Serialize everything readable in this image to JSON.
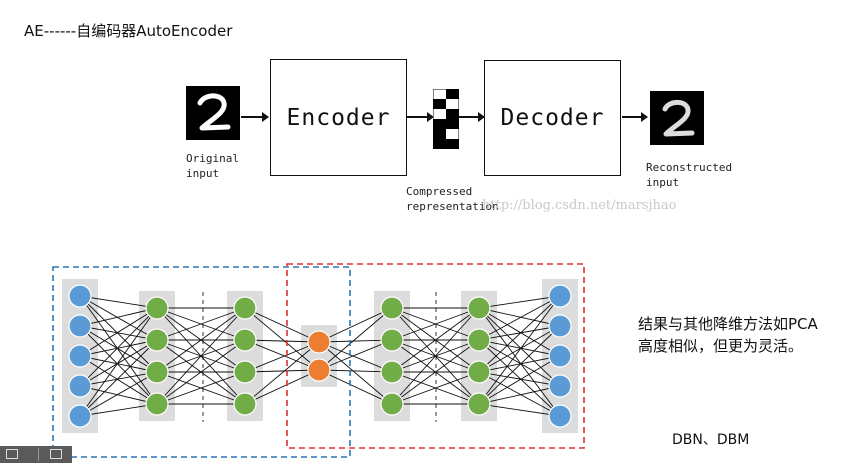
{
  "title": "AE------自编码器AutoEncoder",
  "ae": {
    "encoder_label": "Encoder",
    "decoder_label": "Decoder",
    "input_caption": "Original\ninput",
    "compressed_caption": "Compressed\nrepresentation",
    "output_caption": "Reconstructed\ninput",
    "watermark": "http://blog.csdn.net/marsjhao",
    "input_digit": "2",
    "output_digit": "2"
  },
  "network": {
    "layers": [
      {
        "nodes": 5,
        "color": "#5b9bd5"
      },
      {
        "nodes": 4,
        "color": "#70ad47"
      },
      {
        "nodes": 4,
        "color": "#70ad47"
      },
      {
        "nodes": 2,
        "color": "#ed7d31"
      },
      {
        "nodes": 4,
        "color": "#70ad47"
      },
      {
        "nodes": 4,
        "color": "#70ad47"
      },
      {
        "nodes": 5,
        "color": "#5b9bd5"
      }
    ],
    "encoder_box_color": "#2e75b6",
    "decoder_box_color": "#e03030"
  },
  "notes": {
    "line1": "结果与其他降维方法如PCA",
    "line2": "高度相似，但更为灵活。",
    "dbn": "DBN、DBM"
  }
}
